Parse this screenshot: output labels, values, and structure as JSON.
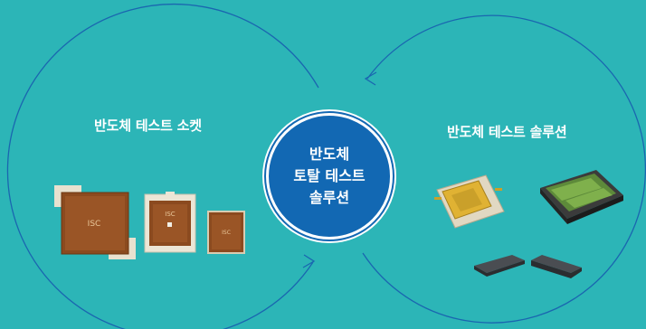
{
  "diagram": {
    "left_label": "반도체 테스트 소켓",
    "right_label": "반도체 테스트 솔루션",
    "center_lines": [
      "반도체",
      "토탈 테스트",
      "솔루션"
    ]
  },
  "products": {
    "socket_logo": "ISC"
  },
  "colors": {
    "background": "#2cb5b7",
    "ring_line": "#1a66b0",
    "center_fill": "#1268b3",
    "socket_pad": "#8b4a1f",
    "text": "#ffffff"
  }
}
